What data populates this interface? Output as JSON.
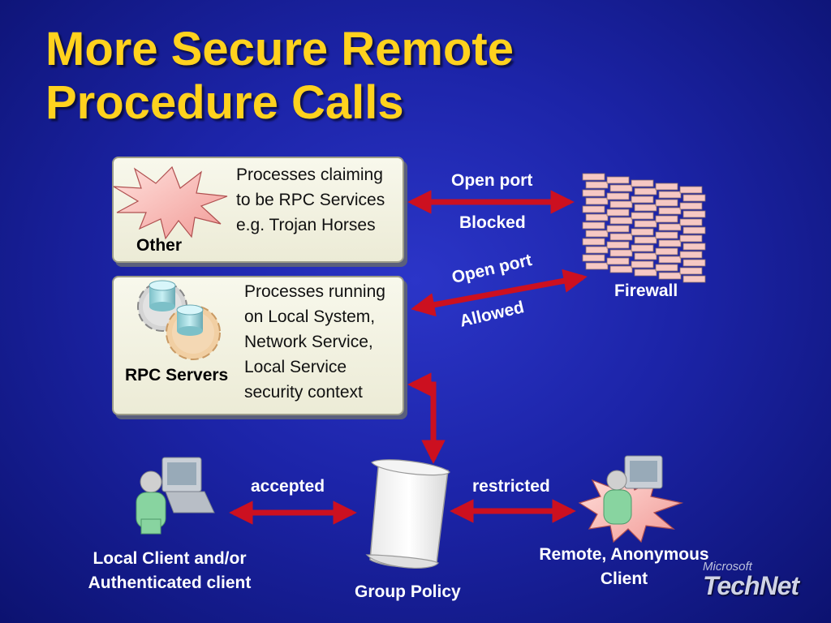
{
  "title": {
    "line1": "More Secure Remote",
    "line2": "Procedure Calls"
  },
  "other_panel": {
    "label": "Other",
    "text_lines": [
      "Processes claiming",
      "to be RPC Services",
      "e.g. Trojan Horses"
    ],
    "icon": "starburst-icon"
  },
  "rpc_panel": {
    "label": "RPC Servers",
    "text_lines": [
      "Processes running",
      "on Local System,",
      "Network Service,",
      "Local Service",
      "security context"
    ],
    "icon": "gear-database-icon"
  },
  "arrows": {
    "top": {
      "label_above": "Open port",
      "label_below": "Blocked"
    },
    "middle": {
      "label_above": "Open port",
      "label_below": "Allowed"
    },
    "left_bottom": {
      "label": "accepted"
    },
    "right_bottom": {
      "label": "restricted"
    }
  },
  "firewall": {
    "label": "Firewall",
    "icon": "brick-wall-icon"
  },
  "local_client": {
    "label_lines": [
      "Local Client and/or",
      "Authenticated client"
    ],
    "icon": "user-computer-icon"
  },
  "remote_client": {
    "label_lines": [
      "Remote, Anonymous",
      "Client"
    ],
    "icon": "user-computer-burst-icon"
  },
  "group_policy": {
    "label": "Group Policy",
    "icon": "scroll-icon"
  },
  "logo": {
    "prefix": "Microsoft",
    "name": "TechNet"
  },
  "colors": {
    "background": "#1c24a8",
    "title": "#ffd21e",
    "arrow": "#cc1020",
    "panel": "#f4f3e2"
  }
}
